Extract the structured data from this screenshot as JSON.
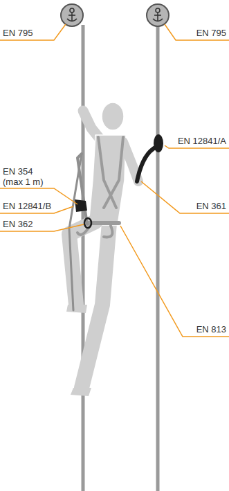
{
  "diagram": {
    "labels": [
      "EN 795",
      "EN 795",
      "EN 354 (max 1 m)",
      "EN 12841/B",
      "EN 362",
      "EN 12841/A",
      "EN 361",
      "EN 813"
    ]
  }
}
